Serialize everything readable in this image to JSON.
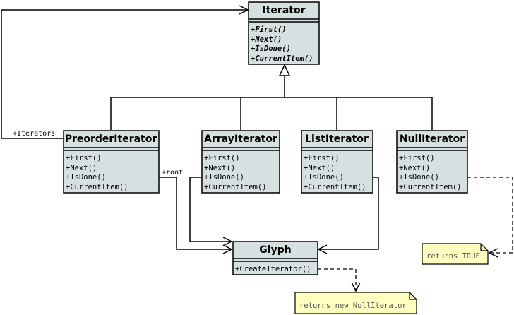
{
  "classes": {
    "iterator": {
      "name": "Iterator",
      "ops": [
        "+First()",
        "+Next()",
        "+IsDone()",
        "+CurrentItem()"
      ]
    },
    "preorder": {
      "name": "PreorderIterator",
      "ops": [
        "+First()",
        "+Next()",
        "+IsDone()",
        "+CurrentItem()"
      ]
    },
    "array": {
      "name": "ArrayIterator",
      "ops": [
        "+First()",
        "+Next()",
        "+IsDone()",
        "+CurrentItem()"
      ]
    },
    "list": {
      "name": "ListIterator",
      "ops": [
        "+First()",
        "+Next()",
        "+IsDone()",
        "+CurrentItem()"
      ]
    },
    "null": {
      "name": "NullIterator",
      "ops": [
        "+First()",
        "+Next()",
        "+IsDone()",
        "+CurrentItem()"
      ]
    },
    "glyph": {
      "name": "Glyph",
      "ops": [
        "+CreateIterator()"
      ]
    }
  },
  "associations": {
    "iterators_label": "+Iterators",
    "root_label": "+root"
  },
  "notes": {
    "returns_true": "returns TRUE",
    "returns_new_null": "returns new NullIterator"
  },
  "colors": {
    "class_fill": "#d6e0e0",
    "note_fill": "#ffffc0"
  }
}
